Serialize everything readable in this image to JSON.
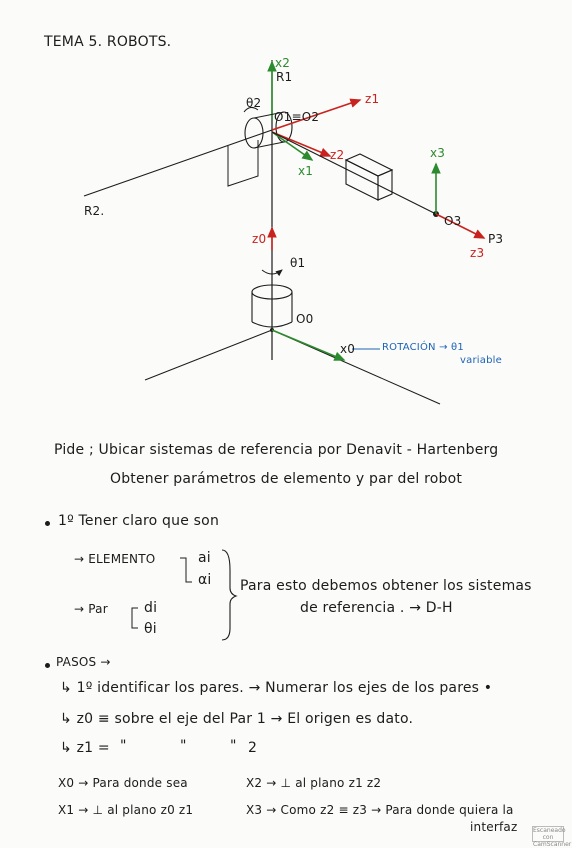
{
  "title": "TEMA 5. ROBOTS.",
  "diagram": {
    "labels": {
      "x2": "x2",
      "r1": "R1",
      "theta2": "θ2",
      "o1o2": "O1≡O2",
      "z1": "z1",
      "z2": "z2",
      "x1": "x1",
      "x3": "x3",
      "o3": "O3",
      "p3": "P3",
      "z3": "z3",
      "r2": "R2.",
      "z0": "z0",
      "theta1": "θ1",
      "o0": "O0",
      "x0": "x0",
      "rotation_note": "ROTACIÓN → θ1",
      "variable": "variable"
    },
    "colors": {
      "red": "#c8231f",
      "green": "#2c8a2f",
      "blue": "#1e63b6",
      "ink": "#1c1c1c"
    }
  },
  "pide": {
    "line1": "Pide ; Ubicar sistemas de referencia por Denavit - Hartenberg",
    "line2": "Obtener parámetros de elemento y par del robot"
  },
  "section1": {
    "heading": "1º Tener claro que son",
    "elemento_label": "→ ELEMENTO",
    "ai": "ai",
    "alpha_i": "αi",
    "par_label": "→ Par",
    "di": "di",
    "theta_i": "θi",
    "note_line1": "Para esto debemos obtener los sistemas",
    "note_line2": "de referencia . → D-H"
  },
  "section2": {
    "heading": "PASOS →",
    "step1": "↳ 1º identificar los pares. → Numerar los ejes de los pares •",
    "step2": "↳ z0 ≡ sobre el eje del Par 1 → El origen es dato.",
    "step3_prefix": "↳ z1 =",
    "step3_q1": "\"",
    "step3_q2": "\"",
    "step3_q3": "\"",
    "step3_num": "2",
    "x0_line": "X0 → Para donde sea",
    "x2_line": "X2 → ⊥ al plano z1 z2",
    "x1_line": "X1 → ⊥ al plano z0 z1",
    "x3_line": "X3 → Como z2 ≡ z3 → Para donde quiera la",
    "x3_cont": "interfaz"
  },
  "stamp": "Escaneado con CamScanner"
}
